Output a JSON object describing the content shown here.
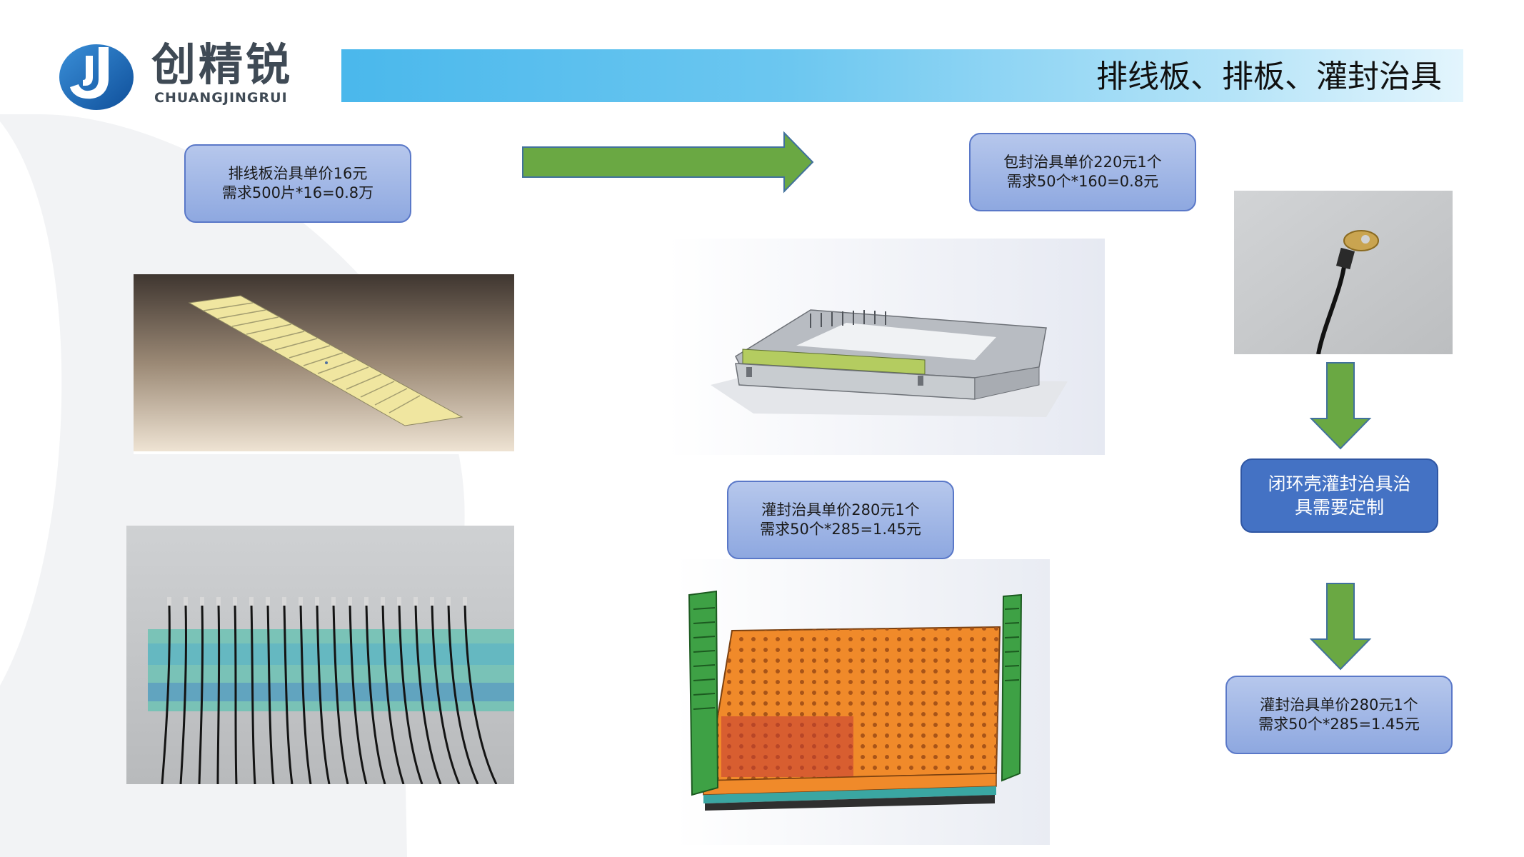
{
  "brand": {
    "name_cn": "创精锐",
    "name_en": "CHUANGJINGRUI"
  },
  "title": "排线板、排板、灌封治具",
  "boxes": {
    "flat_cable": {
      "line1": "排线板治具单价16元",
      "line2": "需求500片*16=0.8万"
    },
    "encapsulation": {
      "line1": "包封治具单价220元1个",
      "line2": "需求50个*160=0.8元"
    },
    "potting_mid": {
      "line1": "灌封治具单价280元1个",
      "line2": "需求50个*285=1.45元"
    },
    "custom": {
      "line1": "闭环壳灌封治具治",
      "line2": "具需要定制"
    },
    "potting_right": {
      "line1": "灌封治具单价280元1个",
      "line2": "需求50个*285=1.45元"
    }
  },
  "colors": {
    "arrow_green": "#6aa843",
    "box_light": "#9fb5e6",
    "box_dark": "#4472c4",
    "banner": "#4ab8ec",
    "fixture_orange": "#f08a2a",
    "rail_green": "#3ea145"
  },
  "icons": {
    "logo": "j-swoosh-logo",
    "arrows": [
      "right-arrow",
      "down-arrow",
      "down-arrow"
    ]
  }
}
